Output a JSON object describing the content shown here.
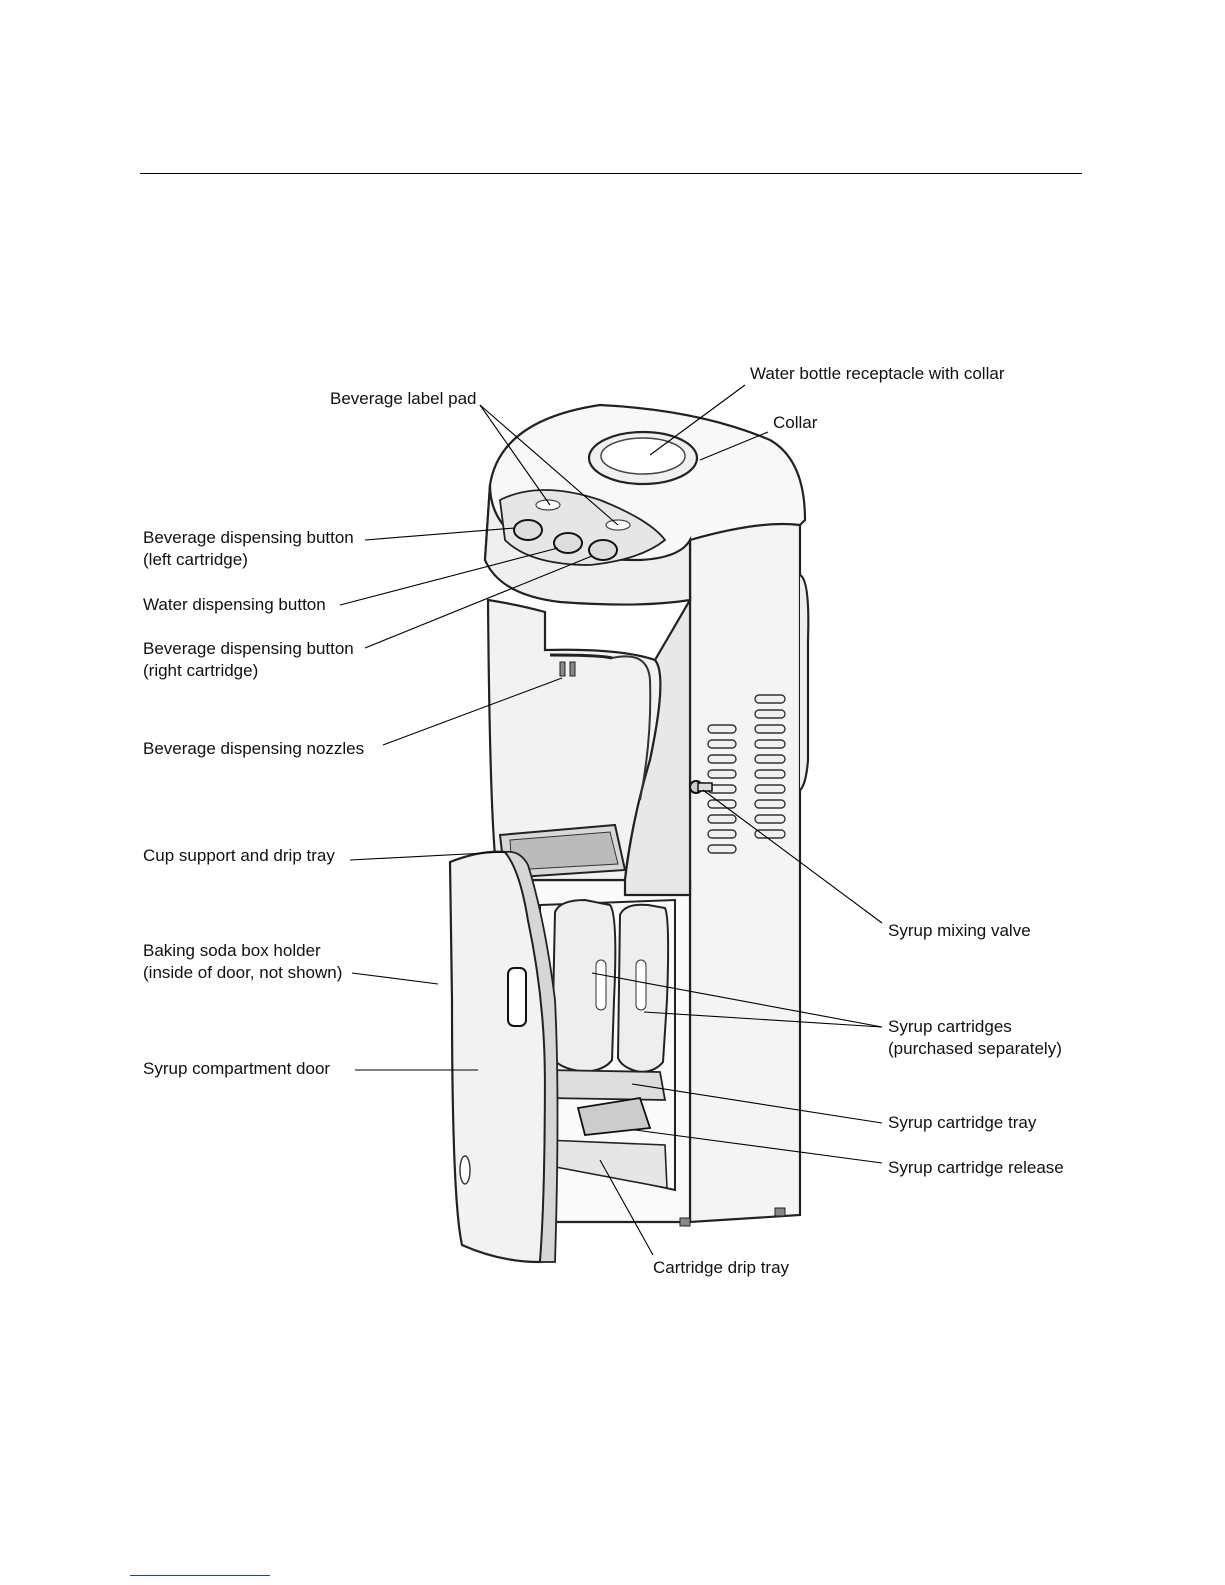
{
  "callouts": {
    "water_bottle_receptacle": "Water bottle receptacle with collar",
    "collar": "Collar",
    "beverage_label_pad": "Beverage label pad",
    "beverage_button_left_line1": "Beverage dispensing button",
    "beverage_button_left_line2": "(left cartridge)",
    "water_button": "Water dispensing button",
    "beverage_button_right_line1": "Beverage dispensing button",
    "beverage_button_right_line2": "(right cartridge)",
    "nozzles": "Beverage dispensing nozzles",
    "cup_support": "Cup support and drip tray",
    "baking_soda_line1": "Baking soda box holder",
    "baking_soda_line2": "(inside of door, not shown)",
    "syrup_door": "Syrup compartment door",
    "syrup_mixing_valve": "Syrup mixing valve",
    "syrup_cartridges_line1": "Syrup cartridges",
    "syrup_cartridges_line2": "(purchased separately)",
    "syrup_cartridge_tray": "Syrup cartridge tray",
    "syrup_cartridge_release": "Syrup cartridge release",
    "cartridge_drip_tray": "Cartridge drip tray"
  }
}
